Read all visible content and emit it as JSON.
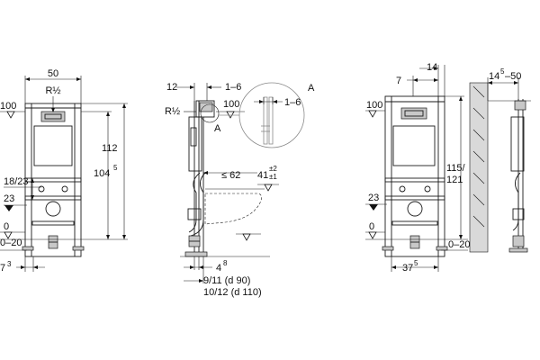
{
  "view1": {
    "width": "50",
    "thread": "R½",
    "height": "112",
    "height_inner_main": "104",
    "height_inner_sup": "5",
    "range_top": "18/23",
    "level_100": "100",
    "level_23": "23",
    "level_0": "0",
    "level_floor": "0–20",
    "offset_main": "7",
    "offset_sup": "3"
  },
  "view2": {
    "depth_12": "12",
    "depth_1_6": "1–6",
    "detail_a": "A",
    "thread": "R½",
    "level_100": "100",
    "callout_a": "A",
    "dist_62": "≤ 62",
    "dist_41_main": "41",
    "dist_41_sup": "±2",
    "dist_41_sub": "±1",
    "dist_4_main": "4",
    "dist_4_sup": "8",
    "pipe_line1": "9/11 (d 90)",
    "pipe_line2": "10/12 (d 110)",
    "detail_dim": "1–6",
    "detail_label": "A"
  },
  "view3": {
    "dim_14": "14",
    "dim_7": "7",
    "level_100": "100",
    "height": "115/",
    "height2": "121",
    "level_23": "23",
    "level_0": "0",
    "level_floor": "0–20",
    "width_main": "37",
    "width_sup": "5"
  },
  "view4": {
    "gap_main": "14",
    "gap_sup": "5",
    "gap_tail": "–50"
  }
}
